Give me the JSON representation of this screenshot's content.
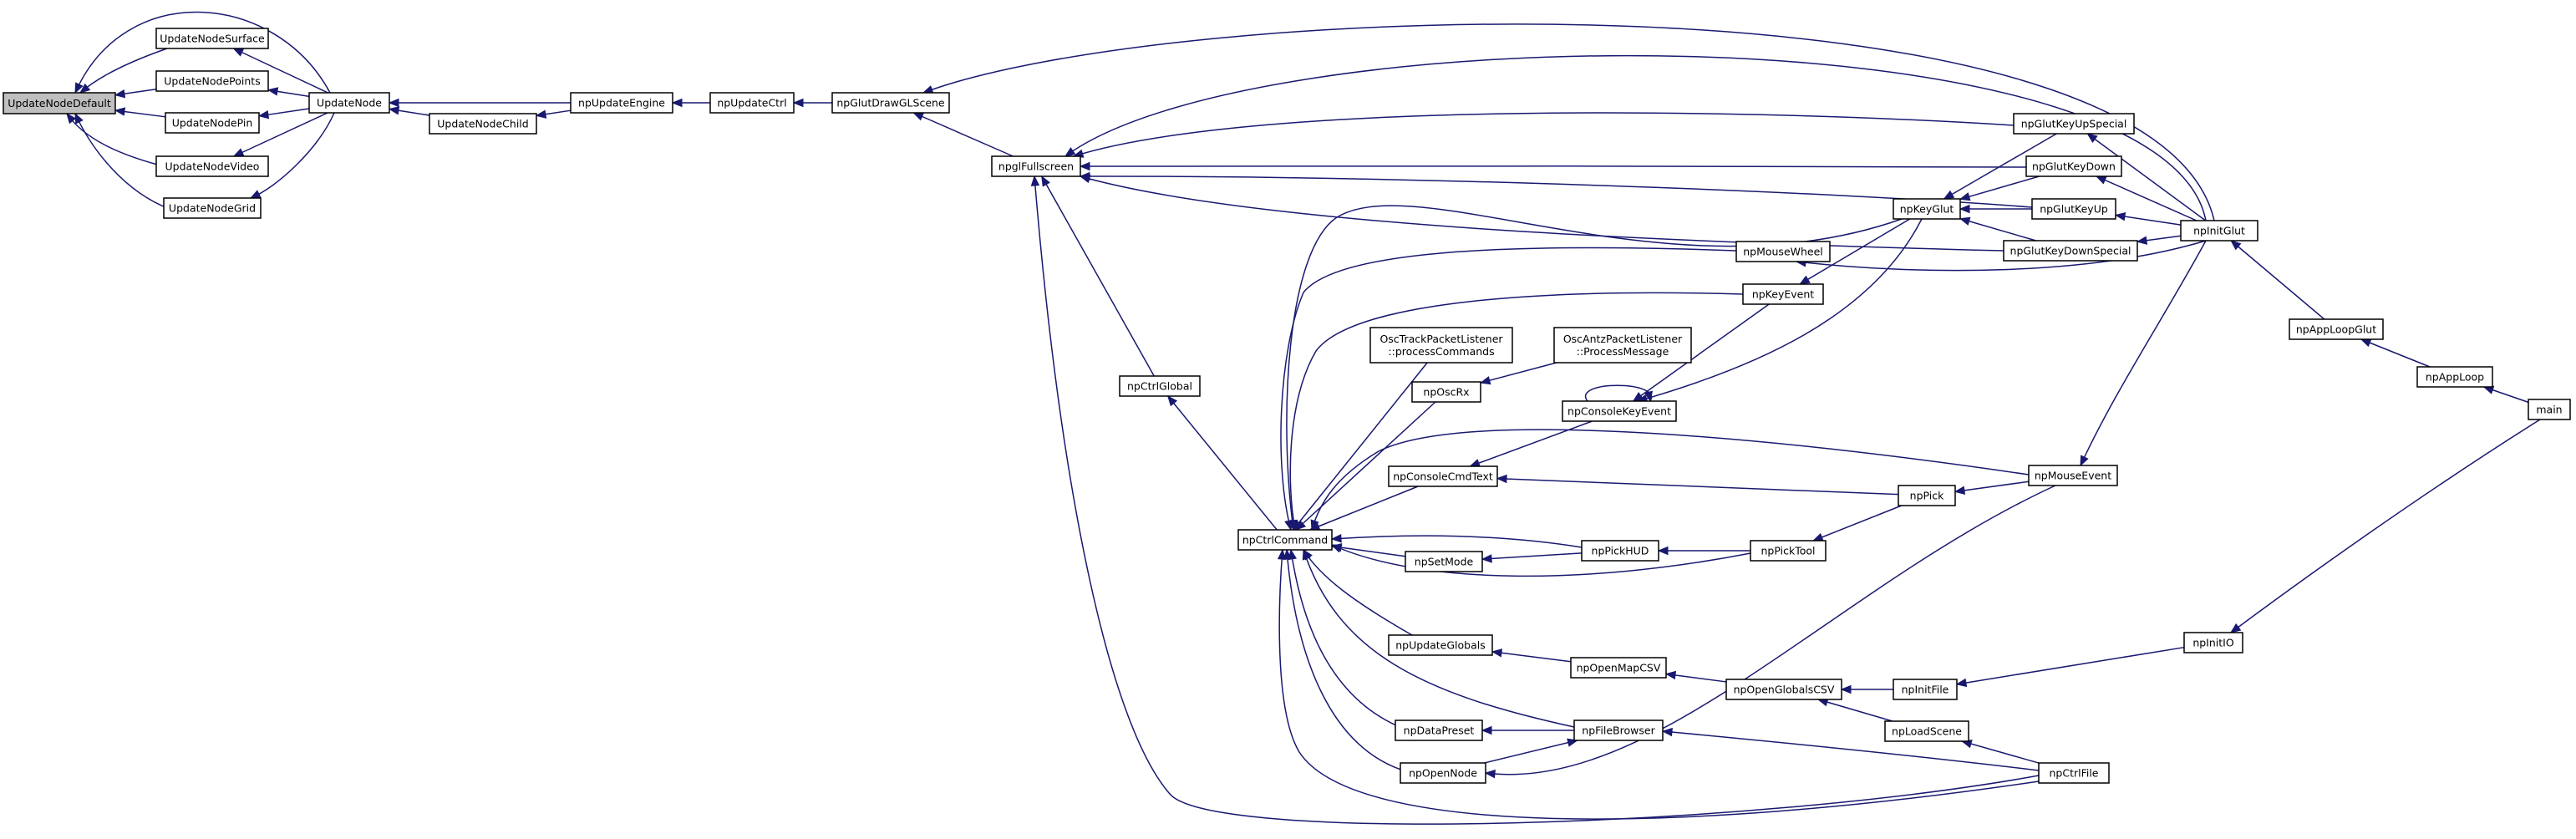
{
  "nodes": [
    {
      "id": "UpdateNodeDefault",
      "lines": [
        "UpdateNodeDefault"
      ],
      "root": true
    },
    {
      "id": "UpdateNodeSurface",
      "lines": [
        "UpdateNodeSurface"
      ]
    },
    {
      "id": "UpdateNodePoints",
      "lines": [
        "UpdateNodePoints"
      ]
    },
    {
      "id": "UpdateNodePin",
      "lines": [
        "UpdateNodePin"
      ]
    },
    {
      "id": "UpdateNodeVideo",
      "lines": [
        "UpdateNodeVideo"
      ]
    },
    {
      "id": "UpdateNodeGrid",
      "lines": [
        "UpdateNodeGrid"
      ]
    },
    {
      "id": "UpdateNode",
      "lines": [
        "UpdateNode"
      ]
    },
    {
      "id": "UpdateNodeChild",
      "lines": [
        "UpdateNodeChild"
      ]
    },
    {
      "id": "npUpdateEngine",
      "lines": [
        "npUpdateEngine"
      ]
    },
    {
      "id": "npUpdateCtrl",
      "lines": [
        "npUpdateCtrl"
      ]
    },
    {
      "id": "npGlutDrawGLScene",
      "lines": [
        "npGlutDrawGLScene"
      ]
    },
    {
      "id": "npglFullscreen",
      "lines": [
        "npglFullscreen"
      ]
    },
    {
      "id": "npCtrlGlobal",
      "lines": [
        "npCtrlGlobal"
      ]
    },
    {
      "id": "npCtrlCommand",
      "lines": [
        "npCtrlCommand"
      ]
    },
    {
      "id": "OscTrackPacketListener",
      "lines": [
        "OscTrackPacketListener",
        "::processCommands"
      ]
    },
    {
      "id": "OscAntzPacketListener",
      "lines": [
        "OscAntzPacketListener",
        "::ProcessMessage"
      ]
    },
    {
      "id": "npOscRx",
      "lines": [
        "npOscRx"
      ]
    },
    {
      "id": "npConsoleKeyEvent",
      "lines": [
        "npConsoleKeyEvent"
      ]
    },
    {
      "id": "npConsoleCmdText",
      "lines": [
        "npConsoleCmdText"
      ]
    },
    {
      "id": "npSetMode",
      "lines": [
        "npSetMode"
      ]
    },
    {
      "id": "npPickHUD",
      "lines": [
        "npPickHUD"
      ]
    },
    {
      "id": "npPickTool",
      "lines": [
        "npPickTool"
      ]
    },
    {
      "id": "npPick",
      "lines": [
        "npPick"
      ]
    },
    {
      "id": "npMouseEvent",
      "lines": [
        "npMouseEvent"
      ]
    },
    {
      "id": "npMouseWheel",
      "lines": [
        "npMouseWheel"
      ]
    },
    {
      "id": "npKeyEvent",
      "lines": [
        "npKeyEvent"
      ]
    },
    {
      "id": "npKeyGlut",
      "lines": [
        "npKeyGlut"
      ]
    },
    {
      "id": "npGlutKeyUpSpecial",
      "lines": [
        "npGlutKeyUpSpecial"
      ]
    },
    {
      "id": "npGlutKeyDown",
      "lines": [
        "npGlutKeyDown"
      ]
    },
    {
      "id": "npGlutKeyUp",
      "lines": [
        "npGlutKeyUp"
      ]
    },
    {
      "id": "npGlutKeyDownSpecial",
      "lines": [
        "npGlutKeyDownSpecial"
      ]
    },
    {
      "id": "npInitGlut",
      "lines": [
        "npInitGlut"
      ]
    },
    {
      "id": "npAppLoopGlut",
      "lines": [
        "npAppLoopGlut"
      ]
    },
    {
      "id": "npAppLoop",
      "lines": [
        "npAppLoop"
      ]
    },
    {
      "id": "main",
      "lines": [
        "main"
      ]
    },
    {
      "id": "npUpdateGlobals",
      "lines": [
        "npUpdateGlobals"
      ]
    },
    {
      "id": "npOpenMapCSV",
      "lines": [
        "npOpenMapCSV"
      ]
    },
    {
      "id": "npOpenGlobalsCSV",
      "lines": [
        "npOpenGlobalsCSV"
      ]
    },
    {
      "id": "npInitFile",
      "lines": [
        "npInitFile"
      ]
    },
    {
      "id": "npInitIO",
      "lines": [
        "npInitIO"
      ]
    },
    {
      "id": "npLoadScene",
      "lines": [
        "npLoadScene"
      ]
    },
    {
      "id": "npDataPreset",
      "lines": [
        "npDataPreset"
      ]
    },
    {
      "id": "npFileBrowser",
      "lines": [
        "npFileBrowser"
      ]
    },
    {
      "id": "npOpenNode",
      "lines": [
        "npOpenNode"
      ]
    },
    {
      "id": "npCtrlFile",
      "lines": [
        "npCtrlFile"
      ]
    }
  ],
  "edges": [
    [
      "UpdateNodeSurface",
      "UpdateNodeDefault"
    ],
    [
      "UpdateNodePoints",
      "UpdateNodeDefault"
    ],
    [
      "UpdateNodePin",
      "UpdateNodeDefault"
    ],
    [
      "UpdateNodeVideo",
      "UpdateNodeDefault"
    ],
    [
      "UpdateNodeGrid",
      "UpdateNodeDefault"
    ],
    [
      "UpdateNode",
      "UpdateNodeDefault"
    ],
    [
      "UpdateNode",
      "UpdateNodeSurface"
    ],
    [
      "UpdateNode",
      "UpdateNodePoints"
    ],
    [
      "UpdateNode",
      "UpdateNodePin"
    ],
    [
      "UpdateNode",
      "UpdateNodeVideo"
    ],
    [
      "UpdateNode",
      "UpdateNodeGrid"
    ],
    [
      "UpdateNodeChild",
      "UpdateNode"
    ],
    [
      "npUpdateEngine",
      "UpdateNode"
    ],
    [
      "npUpdateEngine",
      "UpdateNodeChild"
    ],
    [
      "npUpdateCtrl",
      "npUpdateEngine"
    ],
    [
      "npGlutDrawGLScene",
      "npUpdateCtrl"
    ],
    [
      "npglFullscreen",
      "npGlutDrawGLScene"
    ],
    [
      "npInitGlut",
      "npGlutDrawGLScene"
    ],
    [
      "npCtrlGlobal",
      "npglFullscreen"
    ],
    [
      "npCtrlFile",
      "npglFullscreen"
    ],
    [
      "npGlutKeyUpSpecial",
      "npglFullscreen"
    ],
    [
      "npGlutKeyDown",
      "npglFullscreen"
    ],
    [
      "npGlutKeyUp",
      "npglFullscreen"
    ],
    [
      "npGlutKeyDownSpecial",
      "npglFullscreen"
    ],
    [
      "npInitGlut",
      "npglFullscreen"
    ],
    [
      "npCtrlCommand",
      "npCtrlGlobal"
    ],
    [
      "OscTrackPacketListener",
      "npCtrlCommand"
    ],
    [
      "npOscRx",
      "npCtrlCommand"
    ],
    [
      "npConsoleCmdText",
      "npCtrlCommand"
    ],
    [
      "npSetMode",
      "npCtrlCommand"
    ],
    [
      "npPickHUD",
      "npCtrlCommand"
    ],
    [
      "npPickTool",
      "npCtrlCommand"
    ],
    [
      "npUpdateGlobals",
      "npCtrlCommand"
    ],
    [
      "npDataPreset",
      "npCtrlCommand"
    ],
    [
      "npOpenNode",
      "npCtrlCommand"
    ],
    [
      "npFileBrowser",
      "npCtrlCommand"
    ],
    [
      "npCtrlFile",
      "npCtrlCommand"
    ],
    [
      "npMouseWheel",
      "npCtrlCommand"
    ],
    [
      "npKeyEvent",
      "npCtrlCommand"
    ],
    [
      "npMouseEvent",
      "npCtrlCommand"
    ],
    [
      "npKeyGlut",
      "npCtrlCommand"
    ],
    [
      "OscAntzPacketListener",
      "npOscRx"
    ],
    [
      "npConsoleKeyEvent",
      "npConsoleCmdText"
    ],
    [
      "npConsoleKeyEvent",
      "npConsoleKeyEvent"
    ],
    [
      "npKeyEvent",
      "npConsoleKeyEvent"
    ],
    [
      "npKeyGlut",
      "npConsoleKeyEvent"
    ],
    [
      "npPick",
      "npConsoleCmdText"
    ],
    [
      "npPickHUD",
      "npSetMode"
    ],
    [
      "npPickTool",
      "npPickHUD"
    ],
    [
      "npPick",
      "npPickTool"
    ],
    [
      "npMouseEvent",
      "npPick"
    ],
    [
      "npInitGlut",
      "npMouseEvent"
    ],
    [
      "npInitGlut",
      "npMouseWheel"
    ],
    [
      "npKeyGlut",
      "npKeyEvent"
    ],
    [
      "npGlutKeyUpSpecial",
      "npKeyGlut"
    ],
    [
      "npGlutKeyDown",
      "npKeyGlut"
    ],
    [
      "npGlutKeyUp",
      "npKeyGlut"
    ],
    [
      "npGlutKeyDownSpecial",
      "npKeyGlut"
    ],
    [
      "npInitGlut",
      "npGlutKeyUpSpecial"
    ],
    [
      "npInitGlut",
      "npGlutKeyDown"
    ],
    [
      "npInitGlut",
      "npGlutKeyUp"
    ],
    [
      "npInitGlut",
      "npGlutKeyDownSpecial"
    ],
    [
      "npAppLoopGlut",
      "npInitGlut"
    ],
    [
      "npAppLoop",
      "npAppLoopGlut"
    ],
    [
      "main",
      "npAppLoop"
    ],
    [
      "main",
      "npInitIO"
    ],
    [
      "npOpenMapCSV",
      "npUpdateGlobals"
    ],
    [
      "npOpenGlobalsCSV",
      "npOpenMapCSV"
    ],
    [
      "npInitFile",
      "npOpenGlobalsCSV"
    ],
    [
      "npLoadScene",
      "npOpenGlobalsCSV"
    ],
    [
      "npInitIO",
      "npInitFile"
    ],
    [
      "npCtrlFile",
      "npLoadScene"
    ],
    [
      "npFileBrowser",
      "npDataPreset"
    ],
    [
      "npOpenNode",
      "npFileBrowser"
    ],
    [
      "npCtrlFile",
      "npFileBrowser"
    ],
    [
      "npMouseEvent",
      "npOpenNode"
    ]
  ]
}
